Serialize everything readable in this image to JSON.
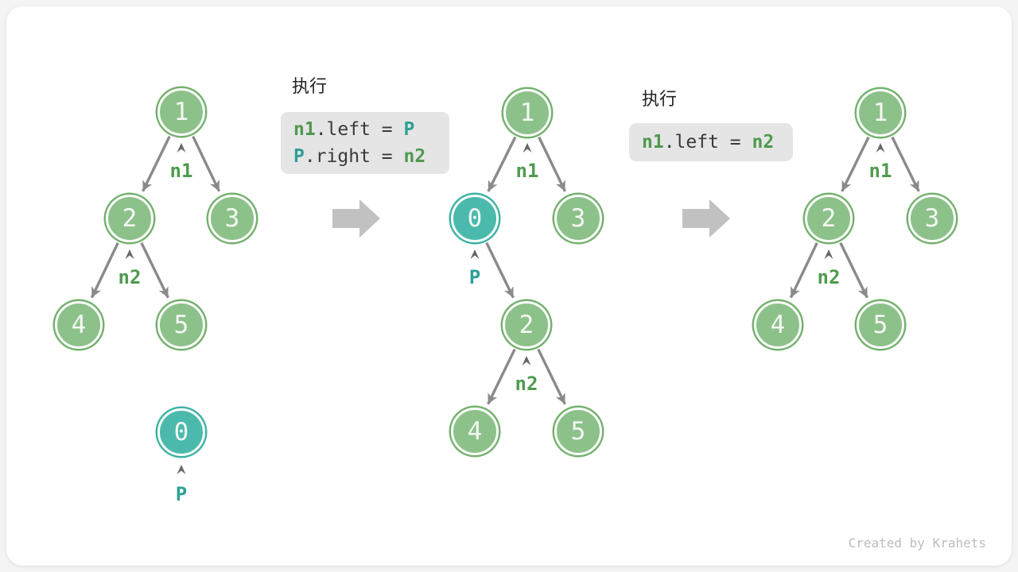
{
  "page": {
    "watermark": "Created by Krahets",
    "background": "#f3f4f3",
    "card_background": "#ffffff"
  },
  "colors": {
    "node_green_fill": "#8dc18a",
    "node_green_stroke": "#74b16e",
    "node_teal_fill": "#4bbaad",
    "node_teal_stroke": "#3fb2a6",
    "label_green": "#4f9b4f",
    "label_teal": "#2da094",
    "code_green": "#4e9a4e",
    "code_teal": "#2f9e96",
    "code_plain": "#3a3a3a",
    "code_box_bg": "#e5e5e5",
    "edge": "#8a8a8a",
    "caret": "#666666",
    "big_arrow": "#c1c1c1"
  },
  "step1": {
    "title": "执行",
    "code": {
      "line1": {
        "t1": "n1",
        "t2": ".left = ",
        "t3": "P"
      },
      "line2": {
        "t1": "P",
        "t2": ".right = ",
        "t3": "n2"
      }
    }
  },
  "step2": {
    "title": "执行",
    "code": {
      "line1": {
        "t1": "n1",
        "t2": ".left = ",
        "t3": "n2"
      }
    }
  },
  "tree1": {
    "node1": "1",
    "node2": "2",
    "node3": "3",
    "node4": "4",
    "node5": "5",
    "node0": "0",
    "label_n1": "n1",
    "label_n2": "n2",
    "label_p": "P"
  },
  "tree2": {
    "node1": "1",
    "node0": "0",
    "node3": "3",
    "node2": "2",
    "node4": "4",
    "node5": "5",
    "label_n1": "n1",
    "label_p": "P",
    "label_n2": "n2"
  },
  "tree3": {
    "node1": "1",
    "node2": "2",
    "node3": "3",
    "node4": "4",
    "node5": "5",
    "label_n1": "n1",
    "label_n2": "n2"
  }
}
